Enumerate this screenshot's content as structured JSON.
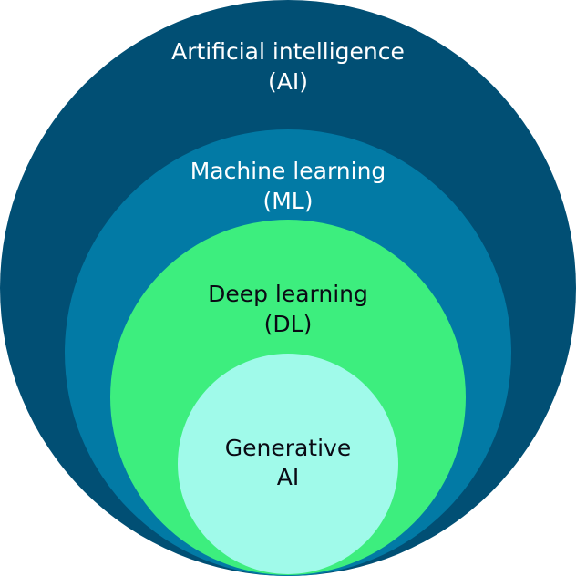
{
  "title": "AI hierarchy",
  "colors": {
    "ai": "#014F74",
    "ml": "#027AA5",
    "dl": "#3DEE7E",
    "genai": "#A0FAEA",
    "light_text": "#FFFFFF",
    "dark_text": "#0A0A14"
  },
  "layers": [
    {
      "id": "ai",
      "line1": "Artificial intelligence",
      "line2": "(AI)"
    },
    {
      "id": "ml",
      "line1": "Machine learning",
      "line2": "(ML)"
    },
    {
      "id": "dl",
      "line1": "Deep learning",
      "line2": "(DL)"
    },
    {
      "id": "genai",
      "line1": "Generative",
      "line2": "AI"
    }
  ]
}
